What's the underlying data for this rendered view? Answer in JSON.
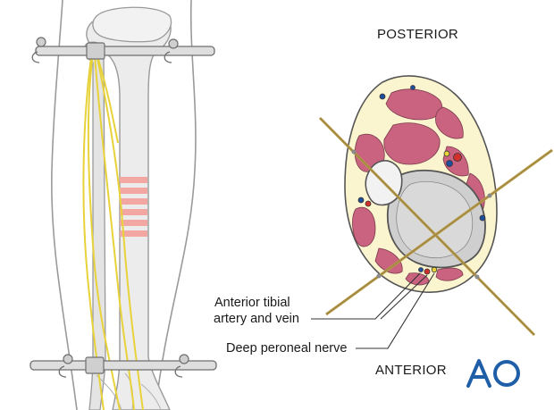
{
  "orientation": {
    "top": "POSTERIOR",
    "bottom": "ANTERIOR"
  },
  "labels": {
    "artery_line1": "Anterior tibial",
    "artery_line2": "artery and vein",
    "nerve": "Deep peroneal nerve"
  },
  "logo": {
    "text": "AO",
    "color": "#1f5fa8"
  },
  "colors": {
    "skin": "#fbf5cf",
    "muscle": "#c9637f",
    "bone": "#cfcfcf",
    "nerve": "#e8d23a",
    "wire": "#b79b4a",
    "fracture_marks": "#f3a7a2",
    "artery": "#d0312d",
    "vein": "#1f4f9c"
  }
}
